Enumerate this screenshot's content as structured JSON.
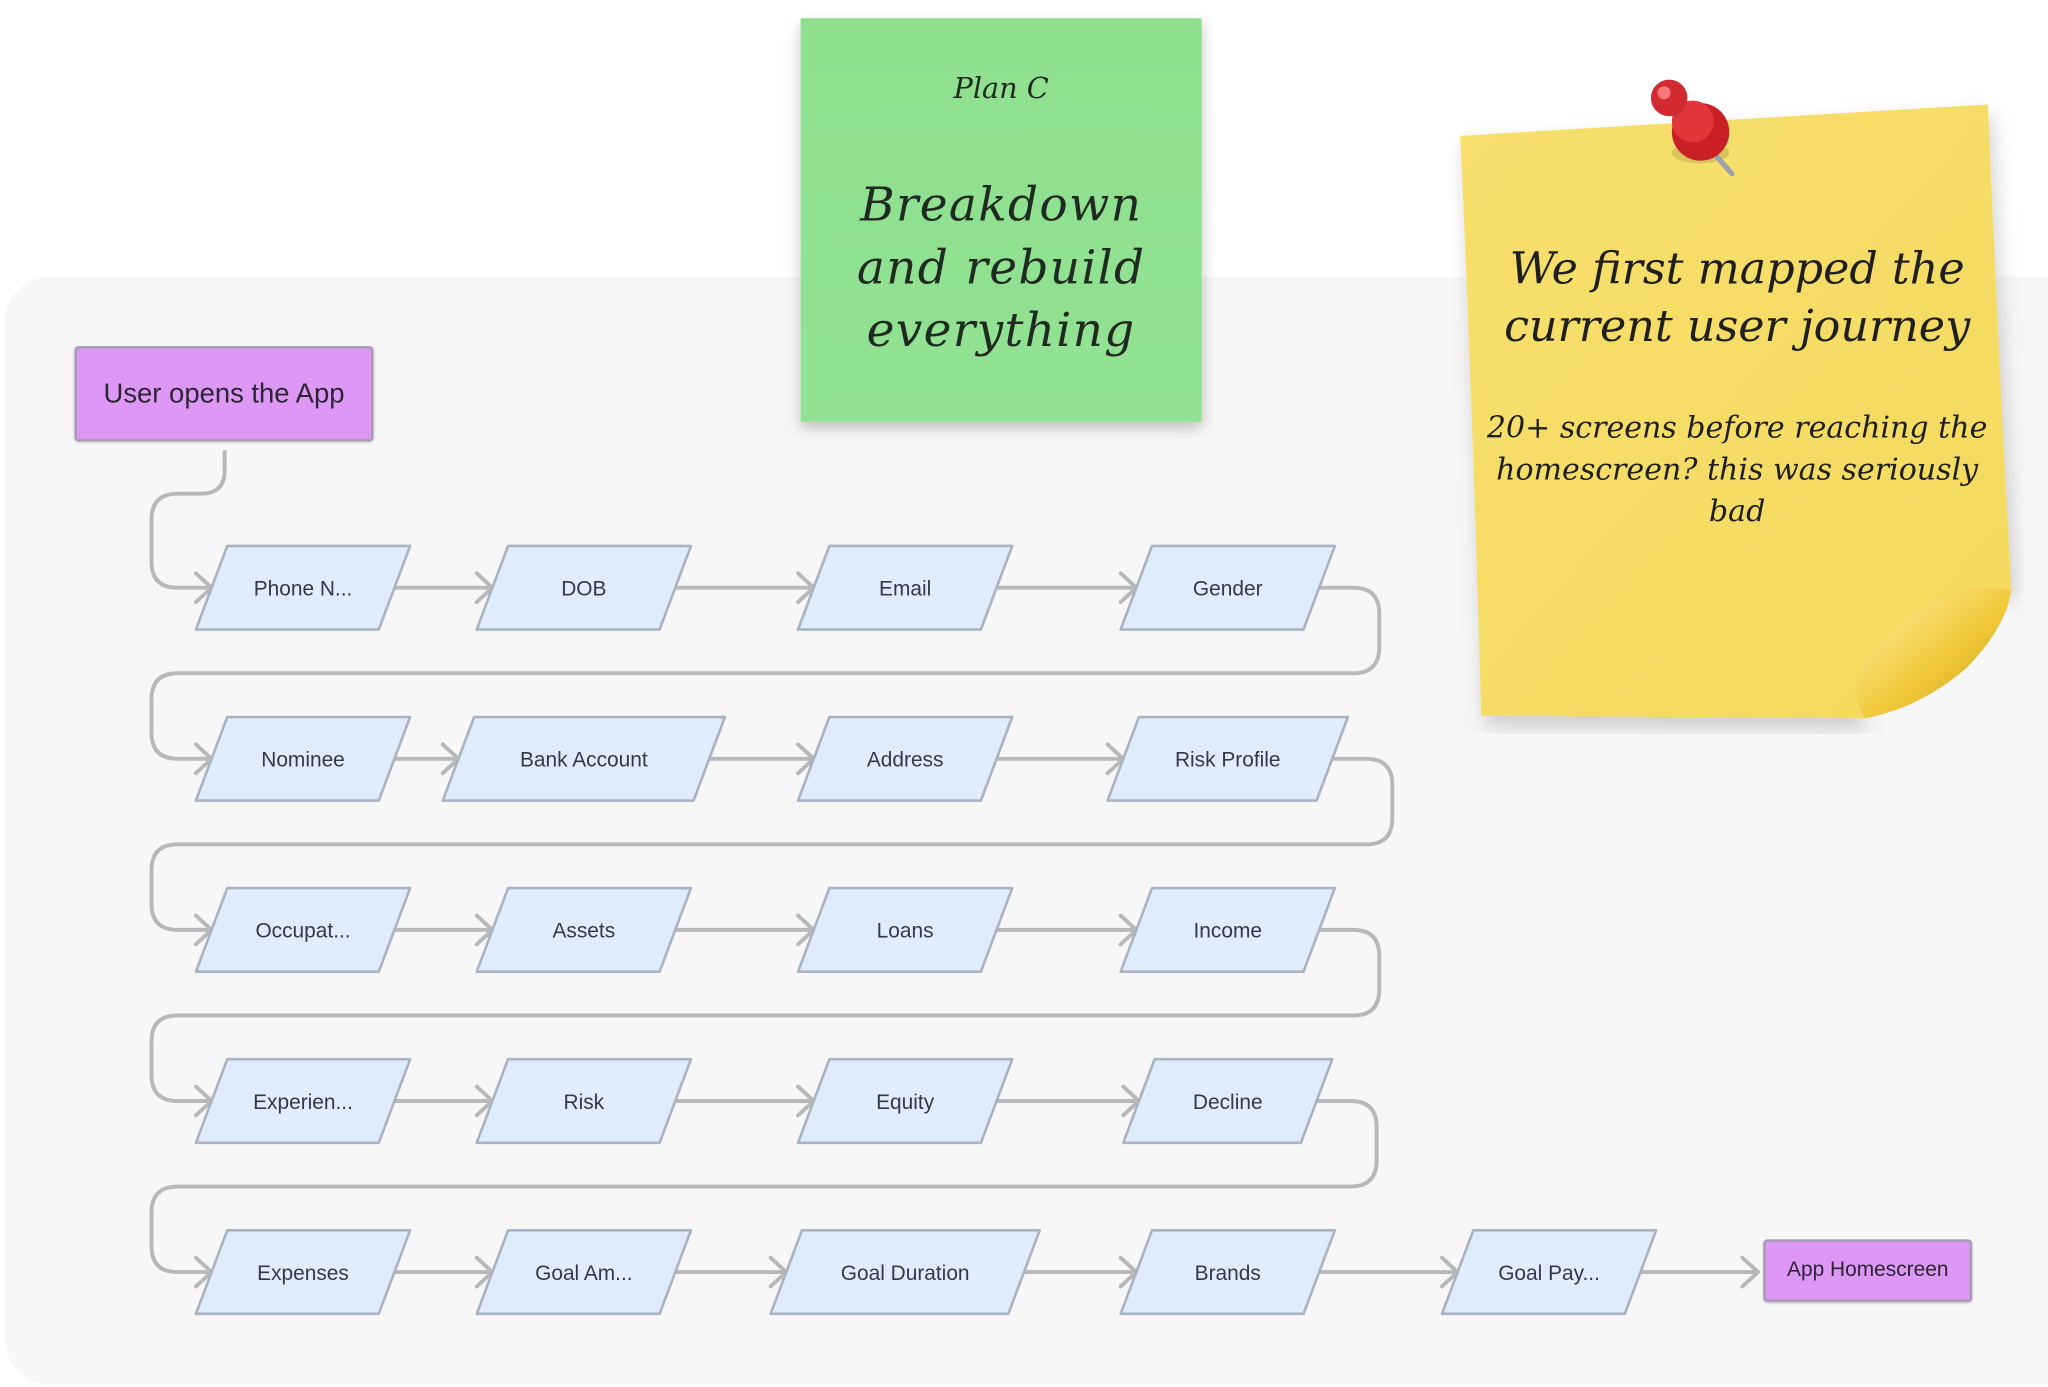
{
  "diagram": {
    "start_node": "User opens the App",
    "end_node": "App Homescreen",
    "rows": [
      [
        "Phone N...",
        "DOB",
        "Email",
        "Gender"
      ],
      [
        "Nominee",
        "Bank Account",
        "Address",
        "Risk Profile"
      ],
      [
        "Occupat...",
        "Assets",
        "Loans",
        "Income"
      ],
      [
        "Experien...",
        "Risk",
        "Equity",
        "Decline"
      ],
      [
        "Expenses",
        "Goal Am...",
        "Goal Duration",
        "Brands",
        "Goal Pay..."
      ]
    ]
  },
  "sticky_notes": {
    "green": {
      "small": "Plan C",
      "big": "Breakdown and rebuild everything"
    },
    "yellow": {
      "title": "We first mapped the current user journey",
      "body": "20+ screens before reaching the homescreen? this was seriously bad"
    }
  },
  "colors": {
    "node_fill": "#e0ecfb",
    "node_stroke": "#a9b3c1",
    "terminal_fill": "#dd98f5",
    "green_note": "#8fe090",
    "yellow_note": "#f8e06f",
    "pin": "#d9262d",
    "connector": "#b8b8b8"
  }
}
